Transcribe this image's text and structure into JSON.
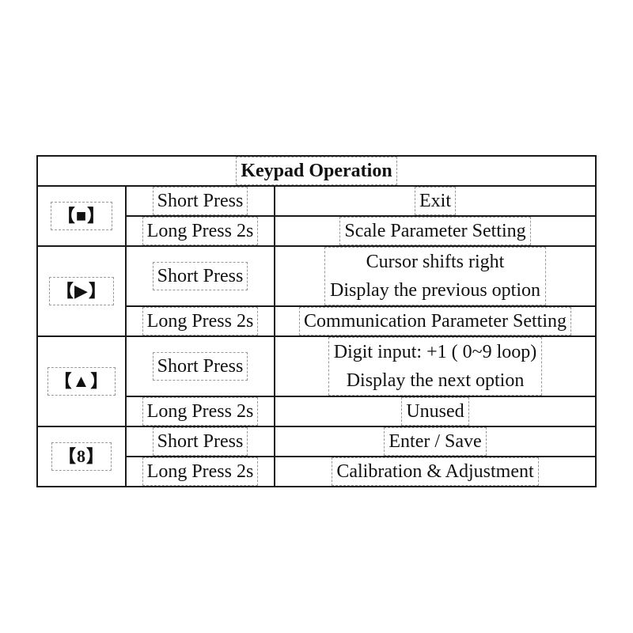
{
  "table": {
    "title": "Keypad Operation",
    "rows": [
      {
        "key": "【■】",
        "short_label": "Short Press",
        "short_action": [
          "Exit"
        ],
        "long_label": "Long Press 2s",
        "long_action": "Scale Parameter Setting"
      },
      {
        "key": "【▶】",
        "short_label": "Short Press",
        "short_action": [
          "Cursor shifts right",
          "Display the previous option"
        ],
        "long_label": "Long Press 2s",
        "long_action": "Communication Parameter Setting"
      },
      {
        "key": "【▲】",
        "short_label": "Short Press",
        "short_action": [
          "Digit input: +1 ( 0~9 loop)",
          "Display the next option"
        ],
        "long_label": "Long Press 2s",
        "long_action": "Unused"
      },
      {
        "key": "【8】",
        "short_label": "Short Press",
        "short_action": [
          "Enter / Save"
        ],
        "long_label": "Long Press 2s",
        "long_action": "Calibration & Adjustment"
      }
    ]
  }
}
